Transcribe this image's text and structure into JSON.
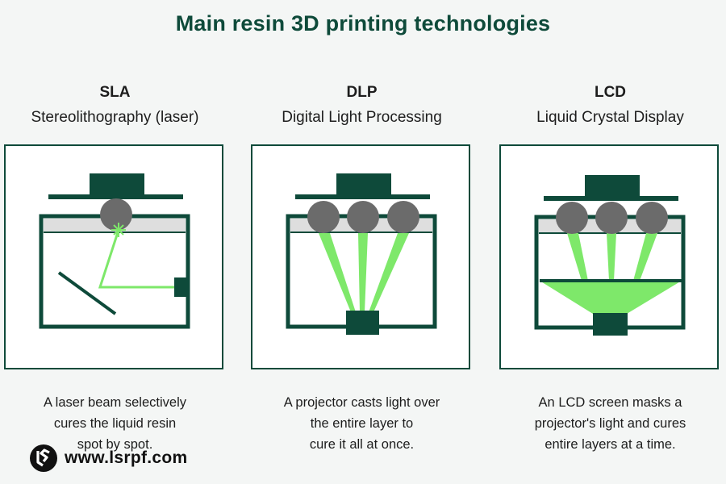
{
  "title": "Main resin 3D printing technologies",
  "columns": [
    {
      "heading": "SLA",
      "subheading": "Stereolithography (laser)",
      "description_lines": [
        "A laser beam selectively",
        "cures the liquid resin",
        "spot by spot."
      ]
    },
    {
      "heading": "DLP",
      "subheading": "Digital Light Processing",
      "description_lines": [
        "A projector casts light over",
        "the entire layer to",
        "cure it all at once."
      ]
    },
    {
      "heading": "LCD",
      "subheading": "Liquid Crystal Display",
      "description_lines": [
        "An LCD screen masks a",
        "projector's light and cures",
        "entire layers at a time."
      ]
    }
  ],
  "footer": {
    "website": "www.lsrpf.com",
    "logo_icon": "lsrpf-logo-icon"
  },
  "colors": {
    "dark_green": "#0e4a3a",
    "light_green": "#7ee86a",
    "grey": "#6b6b6b",
    "resin_band": "#dedede"
  }
}
